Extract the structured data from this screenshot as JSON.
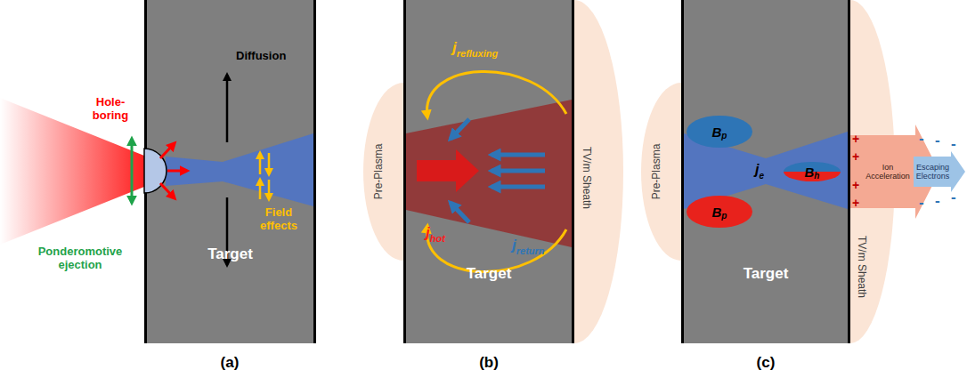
{
  "diagram": {
    "nodes": [
      {
        "text": [
          "Target"
        ]
      },
      {
        "text": [
          "Target"
        ]
      },
      {
        "text": [
          "Pre-Plasma"
        ]
      },
      {
        "text": [
          "TV/m Sheath"
        ]
      },
      {
        "text": [
          "Target"
        ]
      },
      {
        "text": [
          "B",
          "p"
        ],
        "in": 4
      },
      {
        "text": [
          "B",
          "p"
        ],
        "in": 4
      },
      {
        "text": [
          "B",
          "h"
        ],
        "in": 4
      },
      {
        "text": [
          "Pre-Plasma"
        ]
      },
      {
        "text": [
          "TV/m Sheath"
        ]
      },
      {
        "text": [
          "Ion Acceleration"
        ]
      },
      {
        "text": [
          "Escaping Electrons"
        ]
      }
    ],
    "labels": [
      "Hole-boring",
      "Ponderomotive ejection",
      "Diffusion",
      "Field effects",
      "(a)",
      "j",
      "refluxing",
      "j",
      "hot",
      "j",
      "return",
      "(b)",
      "j",
      "e",
      "+",
      "+",
      "+",
      "+",
      "-",
      "-",
      "-",
      "-",
      "-",
      "-",
      "(c)"
    ]
  }
}
